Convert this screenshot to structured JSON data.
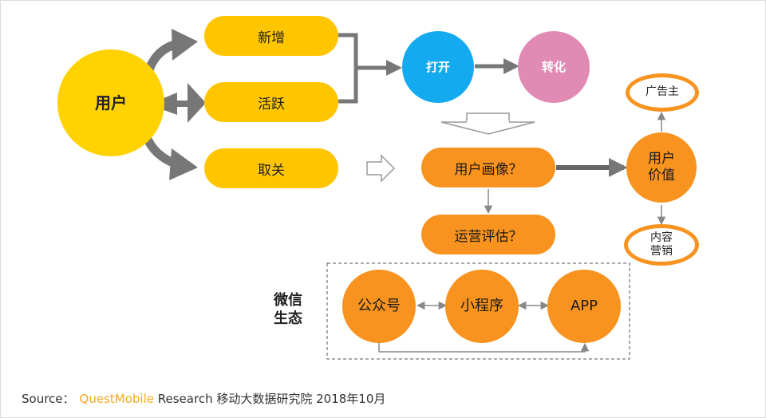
{
  "user": "用户",
  "branches": [
    "新增",
    "活跃",
    "取关"
  ],
  "flow": {
    "open": "打开",
    "convert": "转化"
  },
  "middle": {
    "portrait": "用户画像？",
    "evaluate": "运营评估？"
  },
  "value": {
    "line1": "用户",
    "line2": "价值"
  },
  "outcomes": {
    "advertiser": "广告主",
    "content_line1": "内容",
    "content_line2": "营销"
  },
  "ecosystem": {
    "label_line1": "微信",
    "label_line2": "生态",
    "nodes": [
      "公众号",
      "小程序",
      "APP"
    ]
  },
  "source": {
    "prefix": "Source：",
    "brand": "QuestMobile",
    "suffix": "Research 移动大数据研究院 2018年10月"
  },
  "colors": {
    "yellow": "#ffc600",
    "orange": "#f7931e",
    "blue": "#13aaf0",
    "pink": "#e08ab4",
    "gray_arrow": "#777777"
  }
}
